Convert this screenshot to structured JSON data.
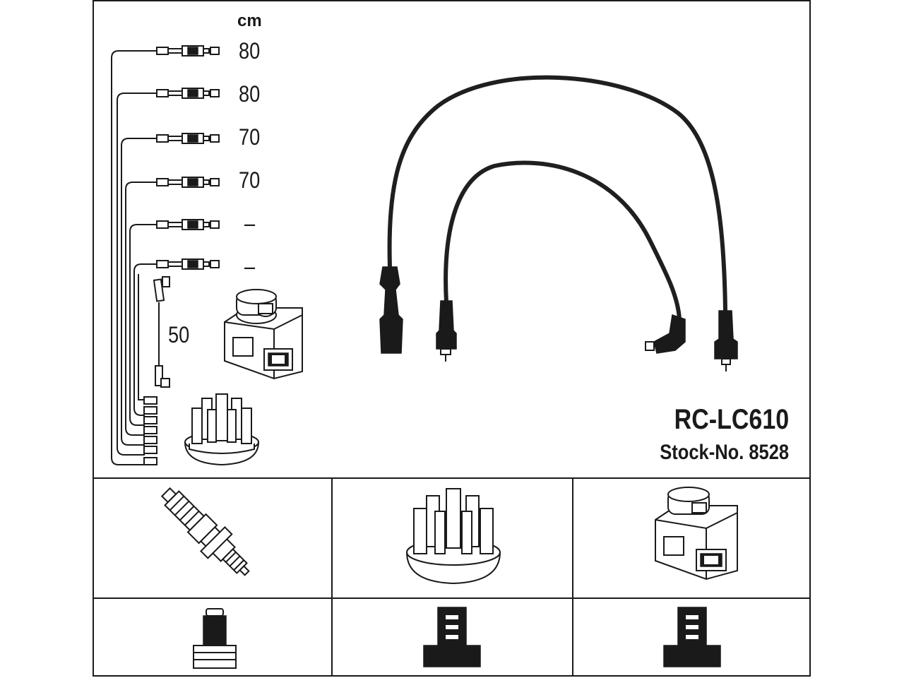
{
  "diagram": {
    "unit_label": "cm",
    "lengths": [
      "80",
      "80",
      "70",
      "70",
      "–",
      "–"
    ],
    "coil_lead_length": "50",
    "part_code": "RC-LC610",
    "stock_number": "Stock-No. 8528"
  },
  "panels": {
    "top_row": [
      "spark-plug",
      "distributor-cap",
      "ignition-coil"
    ],
    "bottom_row": [
      "spark-plug-connector",
      "distributor-connector",
      "coil-connector"
    ]
  }
}
